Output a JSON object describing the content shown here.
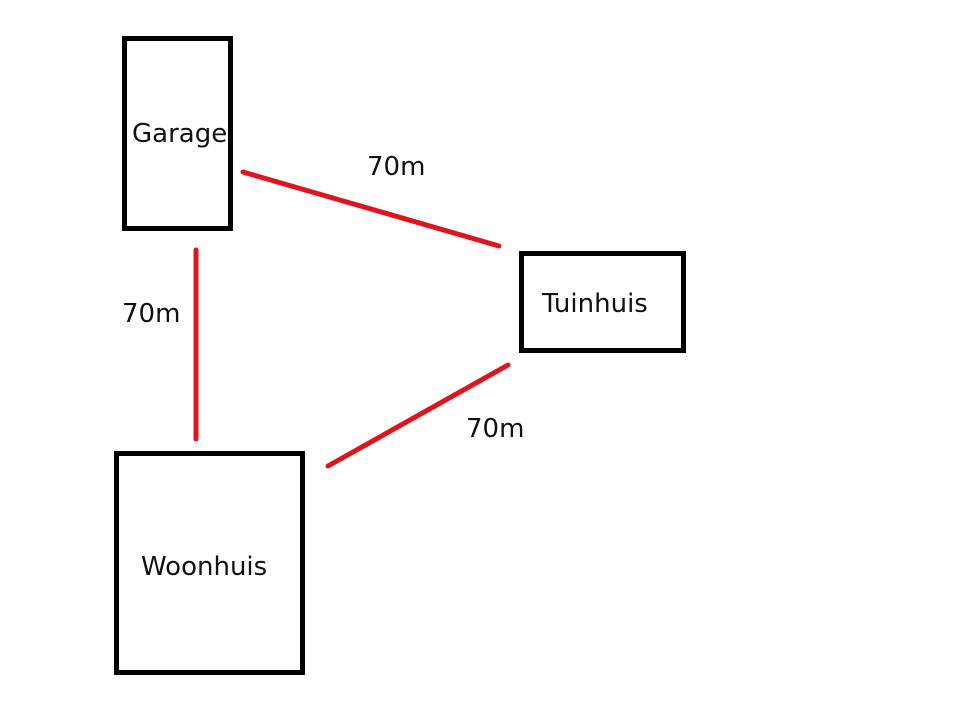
{
  "diagram": {
    "nodes": [
      {
        "id": "garage",
        "label": "Garage"
      },
      {
        "id": "tuinhuis",
        "label": "Tuinhuis"
      },
      {
        "id": "woonhuis",
        "label": "Woonhuis"
      }
    ],
    "edges": [
      {
        "from": "garage",
        "to": "tuinhuis",
        "label": "70m"
      },
      {
        "from": "garage",
        "to": "woonhuis",
        "label": "70m"
      },
      {
        "from": "woonhuis",
        "to": "tuinhuis",
        "label": "70m"
      }
    ],
    "colors": {
      "edge": "#e0141e",
      "node_border": "#000000",
      "background": "#ffffff"
    }
  }
}
